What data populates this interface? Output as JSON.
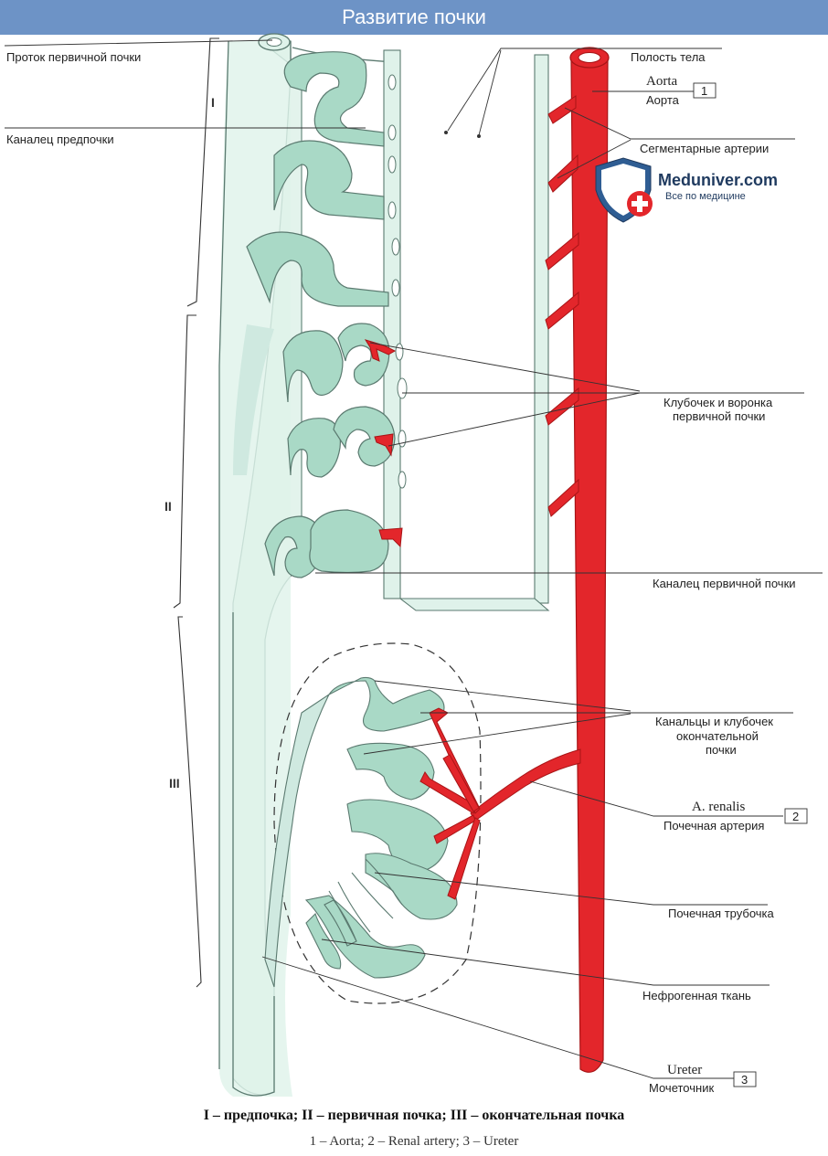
{
  "header": {
    "title": "Развитие почки"
  },
  "labels": {
    "pronephric_duct": "Проток первичной почки",
    "pronephric_tubule": "Каналец предпочки",
    "body_cavity": "Полость тела",
    "aorta_latin": "Aorta",
    "aorta_ru": "Аорта",
    "segmental_arteries": "Сегментарные артерии",
    "glomerulus_funnel_line1": "Клубочек и воронка",
    "glomerulus_funnel_line2": "первичной почки",
    "mesonephric_tubule": "Каналец первичной почки",
    "metanephric_line1": "Канальцы и клубочек",
    "metanephric_line2": "окончательной",
    "metanephric_line3": "почки",
    "renal_latin": "A. renalis",
    "renal_ru": "Почечная артерия",
    "renal_tubule": "Почечная трубочка",
    "nephrogenic": "Нефрогенная ткань",
    "ureter_latin": "Ureter",
    "ureter_ru": "Мочеточник"
  },
  "numbers": {
    "aorta": "1",
    "renal": "2",
    "ureter": "3"
  },
  "sections": {
    "s1": "I",
    "s2": "II",
    "s3": "III"
  },
  "logo": {
    "name": "Meduniver.com",
    "tagline": "Все по медицине"
  },
  "caption": {
    "main": "I – предпочка; II – первичная почка; III – окончательная почка",
    "legend": "1 – Aorta; 2 – Renal artery; 3 – Ureter"
  },
  "colors": {
    "tissue": "#cfe9e0",
    "tubule": "#a9d9c6",
    "artery": "#e3262b",
    "header": "#6d93c6"
  }
}
